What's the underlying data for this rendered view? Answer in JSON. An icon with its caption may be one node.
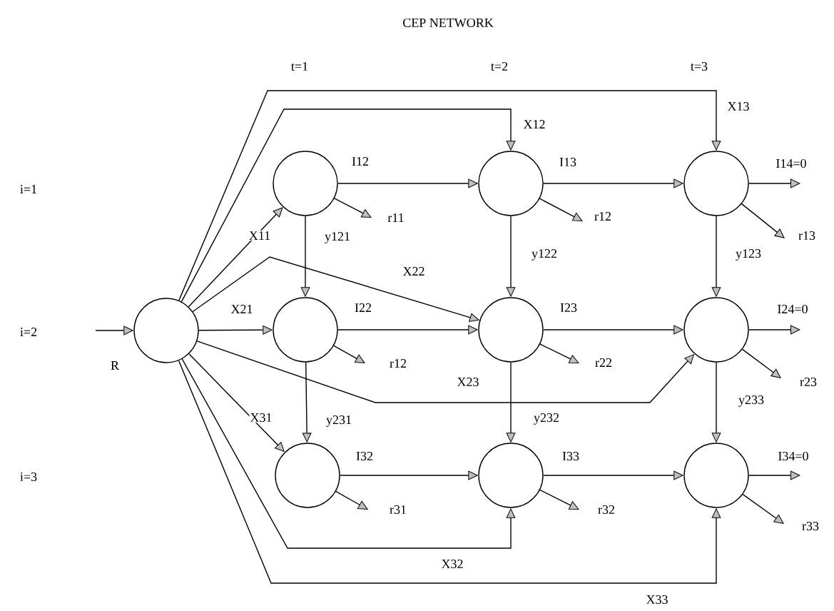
{
  "diagram": {
    "title": "CEP NETWORK",
    "nodes": [
      {
        "text": [],
        "shape": "circle"
      },
      {
        "text": [],
        "shape": "circle"
      },
      {
        "text": [],
        "shape": "circle"
      },
      {
        "text": [],
        "shape": "circle"
      },
      {
        "text": [],
        "shape": "circle"
      },
      {
        "text": [],
        "shape": "circle"
      },
      {
        "text": [],
        "shape": "circle"
      },
      {
        "text": [],
        "shape": "circle"
      },
      {
        "text": [],
        "shape": "circle"
      },
      {
        "text": [],
        "shape": "circle"
      }
    ],
    "edges": [
      {
        "from": null,
        "to": 0,
        "arrow": "to",
        "label": "R"
      },
      {
        "from": 0,
        "to": 1,
        "arrow": "to",
        "label": "X11"
      },
      {
        "from": 0,
        "to": 2,
        "arrow": "to",
        "label": "X12"
      },
      {
        "from": 0,
        "to": 3,
        "arrow": "to",
        "label": "X13"
      },
      {
        "from": 0,
        "to": 4,
        "arrow": "to",
        "label": "X21"
      },
      {
        "from": 0,
        "to": 5,
        "arrow": "to",
        "label": "X22"
      },
      {
        "from": 0,
        "to": 6,
        "arrow": "to",
        "label": "X23"
      },
      {
        "from": 0,
        "to": 7,
        "arrow": "to",
        "label": "X31"
      },
      {
        "from": 0,
        "to": 8,
        "arrow": "to",
        "label": "X32"
      },
      {
        "from": 0,
        "to": 9,
        "arrow": "to",
        "label": "X33"
      },
      {
        "from": 1,
        "to": 2,
        "arrow": "to",
        "label": "I12"
      },
      {
        "from": 2,
        "to": 3,
        "arrow": "to",
        "label": "I13"
      },
      {
        "from": 4,
        "to": 5,
        "arrow": "to",
        "label": "I22"
      },
      {
        "from": 5,
        "to": 6,
        "arrow": "to",
        "label": "I23"
      },
      {
        "from": 7,
        "to": 8,
        "arrow": "to",
        "label": "I32"
      },
      {
        "from": 8,
        "to": 9,
        "arrow": "to",
        "label": "I33"
      },
      {
        "from": 3,
        "to": null,
        "arrow": "to",
        "label": "I14=0"
      },
      {
        "from": 6,
        "to": null,
        "arrow": "to",
        "label": "I24=0"
      },
      {
        "from": 9,
        "to": null,
        "arrow": "to",
        "label": "I34=0"
      },
      {
        "from": 1,
        "to": 4,
        "arrow": "to",
        "label": "y121"
      },
      {
        "from": 2,
        "to": 5,
        "arrow": "to",
        "label": "y122"
      },
      {
        "from": 3,
        "to": 6,
        "arrow": "to",
        "label": "y123"
      },
      {
        "from": 4,
        "to": 7,
        "arrow": "to",
        "label": "y231"
      },
      {
        "from": 5,
        "to": 8,
        "arrow": "to",
        "label": "y232"
      },
      {
        "from": 6,
        "to": 9,
        "arrow": "to",
        "label": "y233"
      },
      {
        "from": 1,
        "to": null,
        "arrow": "to",
        "label": "r11"
      },
      {
        "from": 2,
        "to": null,
        "arrow": "to",
        "label": "r12"
      },
      {
        "from": 3,
        "to": null,
        "arrow": "to",
        "label": "r13"
      },
      {
        "from": 4,
        "to": null,
        "arrow": "to",
        "label": "r12"
      },
      {
        "from": 5,
        "to": null,
        "arrow": "to",
        "label": "r22"
      },
      {
        "from": 6,
        "to": null,
        "arrow": "to",
        "label": "r23"
      },
      {
        "from": 7,
        "to": null,
        "arrow": "to",
        "label": "r31"
      },
      {
        "from": 8,
        "to": null,
        "arrow": "to",
        "label": "r32"
      },
      {
        "from": 9,
        "to": null,
        "arrow": "to",
        "label": "r33"
      }
    ],
    "labels": [
      "t=1",
      "t=2",
      "t=3",
      "i=1",
      "i=2",
      "i=3"
    ]
  }
}
